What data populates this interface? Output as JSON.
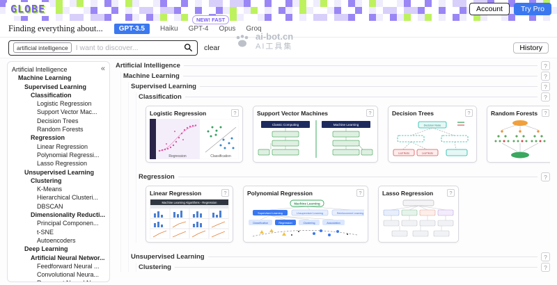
{
  "icons": {
    "help": "?",
    "collapse": "«"
  },
  "header": {
    "logo_text": "GLOBE",
    "account_button": "Account",
    "try_pro_button": "Try Pro"
  },
  "model_bar": {
    "finding_label": "Finding everything about...",
    "models": [
      "GPT-3.5",
      "Haiku",
      "GPT-4",
      "Opus",
      "Groq"
    ],
    "selected_model": "GPT-3.5",
    "new_badge": "NEW! FAST",
    "watermark": {
      "line1": "ai-bot.cn",
      "line2": "AI工具集"
    }
  },
  "search": {
    "tag": "artificial intelligence",
    "placeholder": "I want to discover...",
    "clear_label": "clear",
    "history_button": "History"
  },
  "sidebar": {
    "items": [
      {
        "label": "Artificial Intelligence",
        "level": 0,
        "bold": false
      },
      {
        "label": "Machine Learning",
        "level": 1,
        "bold": true
      },
      {
        "label": "Supervised Learning",
        "level": 2,
        "bold": true
      },
      {
        "label": "Classification",
        "level": 3,
        "bold": true
      },
      {
        "label": "Logistic Regression",
        "level": 4,
        "bold": false
      },
      {
        "label": "Support Vector Mac...",
        "level": 4,
        "bold": false
      },
      {
        "label": "Decision Trees",
        "level": 4,
        "bold": false
      },
      {
        "label": "Random Forests",
        "level": 4,
        "bold": false
      },
      {
        "label": "Regression",
        "level": 3,
        "bold": true
      },
      {
        "label": "Linear Regression",
        "level": 4,
        "bold": false
      },
      {
        "label": "Polynomial Regressi...",
        "level": 4,
        "bold": false
      },
      {
        "label": "Lasso Regression",
        "level": 4,
        "bold": false
      },
      {
        "label": "Unsupervised Learning",
        "level": 2,
        "bold": true
      },
      {
        "label": "Clustering",
        "level": 3,
        "bold": true
      },
      {
        "label": "K-Means",
        "level": 4,
        "bold": false
      },
      {
        "label": "Hierarchical Clusteri...",
        "level": 4,
        "bold": false
      },
      {
        "label": "DBSCAN",
        "level": 4,
        "bold": false
      },
      {
        "label": "Dimensionality Reducti...",
        "level": 3,
        "bold": true
      },
      {
        "label": "Principal Componen...",
        "level": 4,
        "bold": false
      },
      {
        "label": "t-SNE",
        "level": 4,
        "bold": false
      },
      {
        "label": "Autoencoders",
        "level": 4,
        "bold": false
      },
      {
        "label": "Deep Learning",
        "level": 2,
        "bold": true
      },
      {
        "label": "Artificial Neural Networ...",
        "level": 3,
        "bold": true
      },
      {
        "label": "Feedforward Neural ...",
        "level": 4,
        "bold": false
      },
      {
        "label": "Convolutional Neura...",
        "level": 4,
        "bold": false
      },
      {
        "label": "Recurrent Neural Ne...",
        "level": 4,
        "bold": false
      }
    ]
  },
  "main": {
    "sections": {
      "ai": "Artificial Intelligence",
      "ml": "Machine Learning",
      "supervised": "Supervised Learning",
      "classification": "Classification",
      "regression": "Regression",
      "unsupervised": "Unsupervised Learning",
      "clustering": "Clustering"
    },
    "cards": {
      "logistic": {
        "title": "Logistic Regression",
        "labels": {
          "left": "Regression",
          "right": "Classification"
        }
      },
      "svm": {
        "title": "Support Vector Machines",
        "labels": {
          "left": "Classic Computing",
          "right": "Machine Learning"
        }
      },
      "decision_trees": {
        "title": "Decision Trees",
        "labels": {
          "node": "Decision Node",
          "leaf": "Leaf Node"
        }
      },
      "random_forests": {
        "title": "Random Forests"
      },
      "linear": {
        "title": "Linear Regression",
        "labels": {
          "header": "Machine Learning Algorithms - Regression"
        }
      },
      "polynomial": {
        "title": "Polynomial Regression",
        "labels": {
          "top": "Machine Learning",
          "row2": [
            "Supervised Learning",
            "Unsupervised Learning",
            "Reinforcement Learning"
          ],
          "row3": [
            "Classification",
            "Regression",
            "Clustering",
            "Association"
          ]
        }
      },
      "lasso": {
        "title": "Lasso Regression"
      }
    }
  },
  "colors": {
    "accent_blue": "#3b78f0",
    "badge_purple": "#7a5cf0",
    "pixel_purple": "#9a86f5",
    "pixel_green": "#bdf25e"
  }
}
